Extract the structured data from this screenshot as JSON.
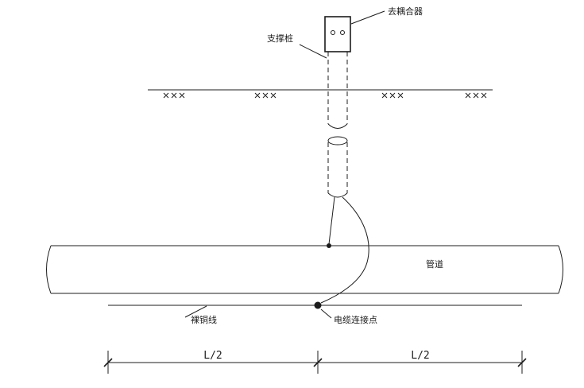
{
  "drawing": {
    "background": "#ffffff",
    "stroke_color": "#1c1c1c",
    "labels": {
      "decoupler": "去耦合器",
      "support_pile": "支撑桩",
      "pipeline": "管道",
      "bare_copper_wire": "裸铜线",
      "cable_connection_point": "电缆连接点"
    },
    "dimensions": {
      "left_span": "L/2",
      "right_span": "L/2"
    }
  }
}
